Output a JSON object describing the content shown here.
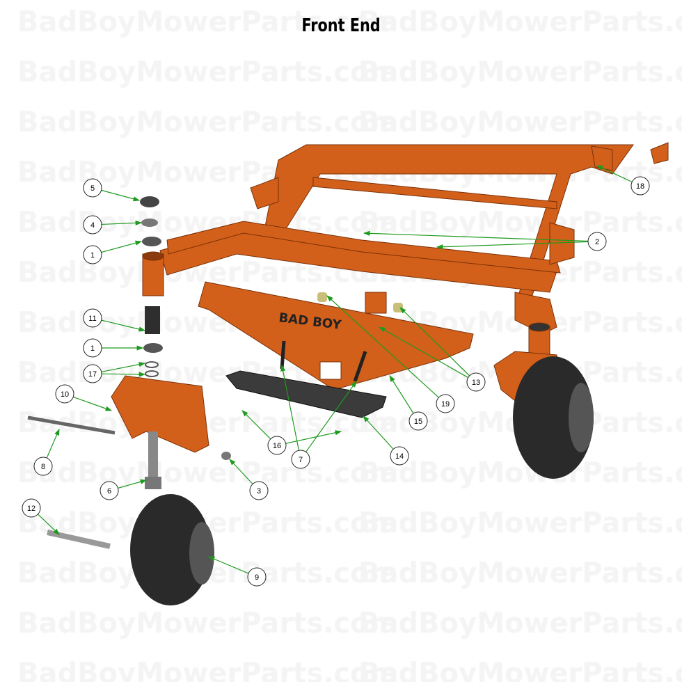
{
  "title": "Front End",
  "watermark": "BadBoyMowerParts.com",
  "logo_text": "BAD BOY",
  "colors": {
    "frame": "#d2601a",
    "leader": "#1f9a1f",
    "tire": "#2a2a2a",
    "plate": "#3a3a3a"
  },
  "callouts": [
    {
      "label": "5"
    },
    {
      "label": "4"
    },
    {
      "label": "1"
    },
    {
      "label": "11"
    },
    {
      "label": "1"
    },
    {
      "label": "17"
    },
    {
      "label": "10"
    },
    {
      "label": "8"
    },
    {
      "label": "6"
    },
    {
      "label": "12"
    },
    {
      "label": "9"
    },
    {
      "label": "3"
    },
    {
      "label": "16"
    },
    {
      "label": "7"
    },
    {
      "label": "14"
    },
    {
      "label": "15"
    },
    {
      "label": "19"
    },
    {
      "label": "13"
    },
    {
      "label": "2"
    },
    {
      "label": "18"
    }
  ]
}
